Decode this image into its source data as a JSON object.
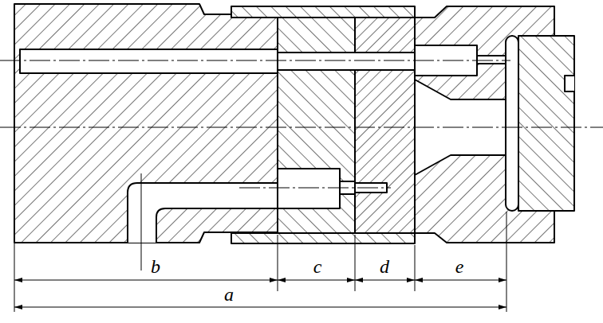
{
  "diagram": {
    "labels": [
      "b",
      "c",
      "d",
      "e",
      "a"
    ]
  }
}
